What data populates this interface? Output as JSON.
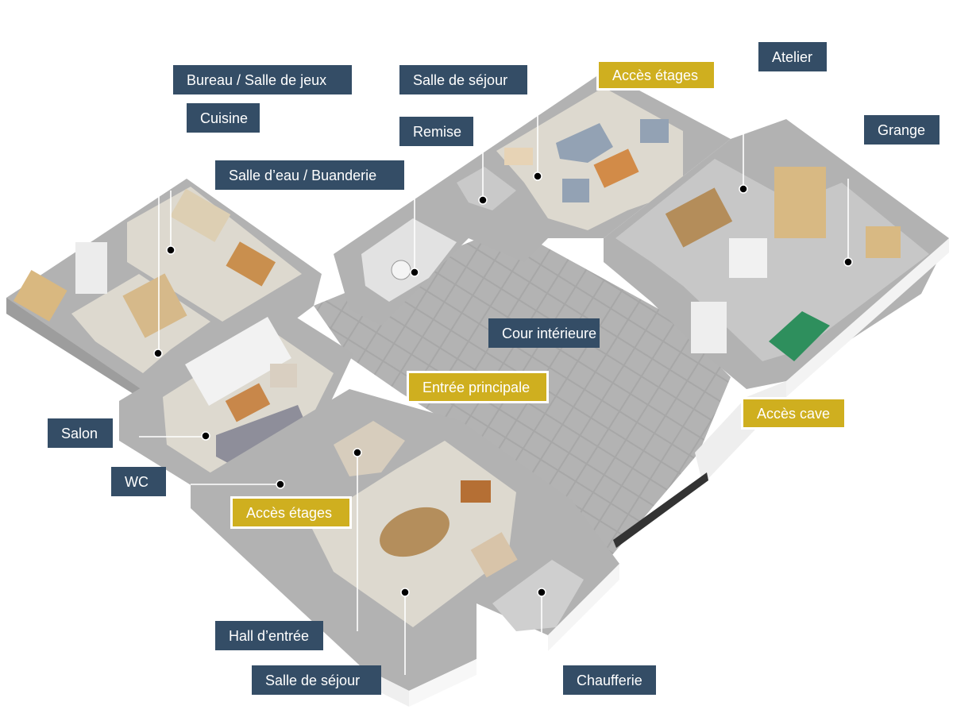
{
  "diagram": {
    "type": "3D isometric floor plan",
    "colors": {
      "room_label_bg": "#344d66",
      "access_label_bg": "#cfaf1f",
      "label_text": "#ffffff",
      "wall_top": "#b0b0b0",
      "wall_side": "#efefef",
      "floor_beige": "#ddd9cf",
      "floor_grey": "#c9c9c9",
      "courtyard_tile": "#a9a9a9",
      "marker": "#000000",
      "leader_line": "#ffffff"
    }
  },
  "labels": {
    "bureau": "Bureau / Salle de jeux",
    "cuisine": "Cuisine",
    "salle_eau": "Salle d’eau / Buanderie",
    "sejour_nord": "Salle de séjour",
    "remise": "Remise",
    "acces_etages_nord": "Accès étages",
    "atelier": "Atelier",
    "grange": "Grange",
    "cour": "Cour intérieure",
    "entree": "Entrée principale",
    "acces_cave": "Accès cave",
    "salon": "Salon",
    "wc": "WC",
    "acces_etages_sud": "Accès étages",
    "hall": "Hall d’entrée",
    "sejour_sud": "Salle de séjour",
    "chaufferie": "Chaufferie"
  }
}
